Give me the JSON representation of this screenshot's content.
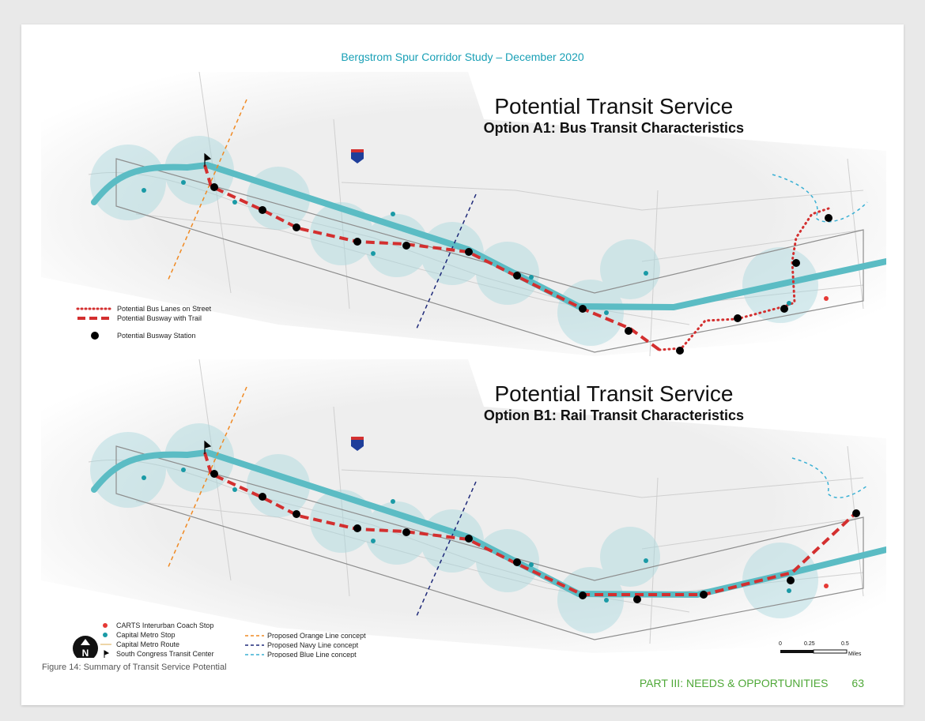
{
  "header": {
    "title": "Bergstrom Spur Corridor Study – December 2020"
  },
  "map_a": {
    "title": "Potential Transit Service",
    "subtitle": "Option A1: Bus Transit Characteristics",
    "legend": [
      {
        "label": "Potential Bus Lanes on Street",
        "symbol": "red-dotted-line"
      },
      {
        "label": "Potential Busway with Trail",
        "symbol": "red-dashed-line"
      },
      {
        "label": "Potential Busway Station",
        "symbol": "black-dot"
      }
    ]
  },
  "map_b": {
    "title": "Potential Transit Service",
    "subtitle": "Option B1: Rail Transit Characteristics",
    "legend_left": [
      {
        "label": "CARTS Interurban Coach Stop",
        "symbol": "red-dot",
        "color": "#e53935"
      },
      {
        "label": "Capital Metro Stop",
        "symbol": "teal-dot",
        "color": "#1a9aa6"
      },
      {
        "label": "Capital Metro Route",
        "symbol": "tan-line",
        "color": "#e8c98a"
      },
      {
        "label": "South Congress Transit Center",
        "symbol": "flag-icon"
      }
    ],
    "legend_right": [
      {
        "label": "Proposed Orange Line concept",
        "symbol": "orange-dashed-line",
        "color": "#f08a24"
      },
      {
        "label": "Proposed Navy Line concept",
        "symbol": "navy-dashed-line",
        "color": "#1f2a7a"
      },
      {
        "label": "Proposed Blue Line concept",
        "symbol": "blue-dashed-line",
        "color": "#3ab0d4"
      }
    ],
    "north_label": "N",
    "scale": {
      "ticks": [
        "0",
        "0.25",
        "0.5"
      ],
      "unit": "Miles"
    }
  },
  "caption": "Figure 14: Summary of Transit Service Potential",
  "footer": {
    "section": "PART III: NEEDS & OPPORTUNITIES",
    "page": "63"
  },
  "colors": {
    "accent": "#1aa0b6",
    "footer": "#4fa838",
    "busway": "#d32f2f",
    "corridor": "#5bbcc4"
  }
}
